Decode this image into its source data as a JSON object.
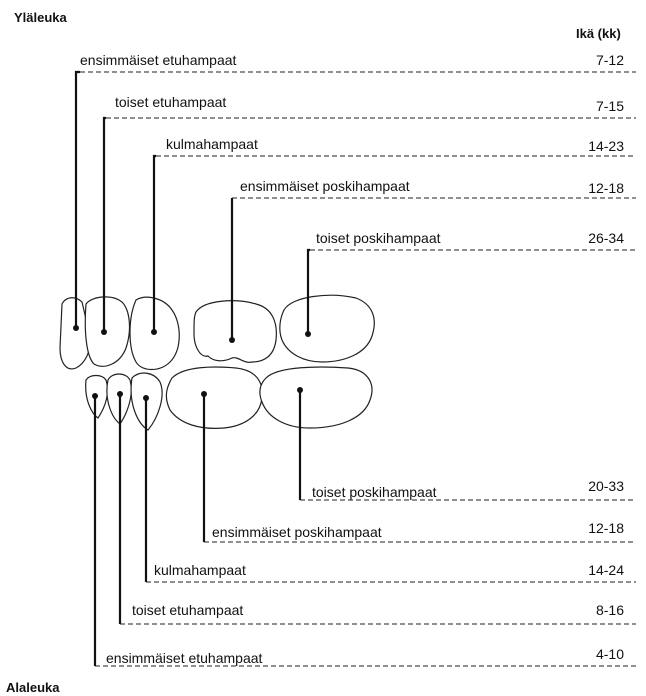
{
  "upper_jaw_title": "Yläleuka",
  "lower_jaw_title": "Alaleuka",
  "age_header": "Ikä (kk)",
  "upper_teeth": [
    {
      "label": "ensimmäiset etuhampaat",
      "age": "7-12"
    },
    {
      "label": "toiset etuhampaat",
      "age": "7-15"
    },
    {
      "label": "kulmahampaat",
      "age": "14-23"
    },
    {
      "label": "ensimmäiset poskihampaat",
      "age": "12-18"
    },
    {
      "label": "toiset poskihampaat",
      "age": "26-34"
    }
  ],
  "lower_teeth": [
    {
      "label": "toiset poskihampaat",
      "age": "20-33"
    },
    {
      "label": "ensimmäiset poskihampaat",
      "age": "12-18"
    },
    {
      "label": "kulmahampaat",
      "age": "14-24"
    },
    {
      "label": "toiset etuhampaat",
      "age": "8-16"
    },
    {
      "label": "ensimmäiset etuhampaat",
      "age": "4-10"
    }
  ]
}
